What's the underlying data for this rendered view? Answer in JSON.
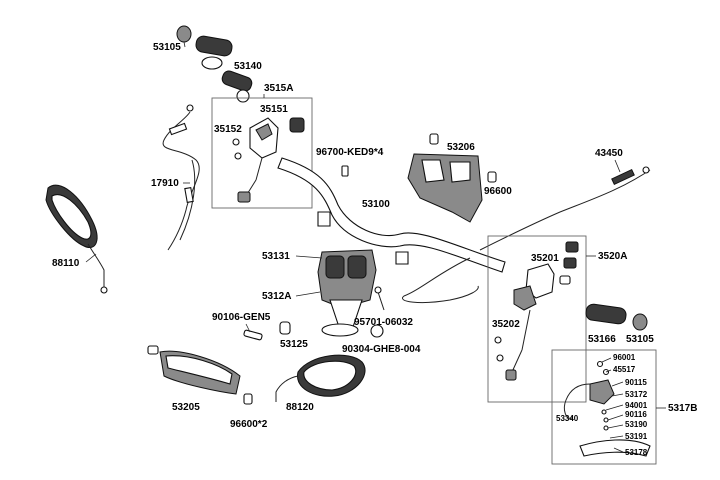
{
  "parts": {
    "p53105_top": "53105",
    "p53140": "53140",
    "p3515A": "3515A",
    "p35151": "35151",
    "p35152": "35152",
    "p17910": "17910",
    "p88110": "88110",
    "p96700": "96700-KED9*4",
    "p53206": "53206",
    "p96600": "96600",
    "p43450": "43450",
    "p53100": "53100",
    "p53131": "53131",
    "p5312A": "5312A",
    "p95701": "95701-06032",
    "p90106": "90106-GEN5",
    "p53125": "53125",
    "p90304": "90304-GHE8-004",
    "p53205": "53205",
    "p96600x2": "96600*2",
    "p88120": "88120",
    "p35201": "35201",
    "p3520A": "3520A",
    "p35202": "35202",
    "p53166": "53166",
    "p53105_right": "53105",
    "p96001": "96001",
    "p45517": "45517",
    "p90115": "90115",
    "p53172": "53172",
    "p94001": "94001",
    "p90116": "90116",
    "p53190": "53190",
    "p53191": "53191",
    "p53178": "53178",
    "p53340": "53340",
    "p5317B": "5317B"
  }
}
